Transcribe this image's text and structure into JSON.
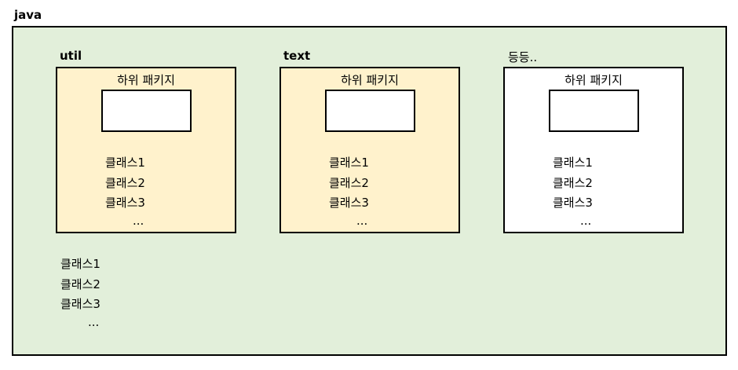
{
  "root_label": "java",
  "packages": [
    {
      "label": "util",
      "subpackage_title": "하위 패키지",
      "classes": [
        "클래스1",
        "클래스2",
        "클래스3"
      ],
      "ellipsis": "...",
      "fill": "#fff2cc"
    },
    {
      "label": "text",
      "subpackage_title": "하위 패키지",
      "classes": [
        "클래스1",
        "클래스2",
        "클래스3"
      ],
      "ellipsis": "...",
      "fill": "#fff2cc"
    },
    {
      "label": "등등..",
      "subpackage_title": "하위 패키지",
      "classes": [
        "클래스1",
        "클래스2",
        "클래스3"
      ],
      "ellipsis": "...",
      "fill": "#ffffff"
    }
  ],
  "root_classes": [
    "클래스1",
    "클래스2",
    "클래스3"
  ],
  "root_ellipsis": "...",
  "colors": {
    "java_fill": "#e2efda",
    "package_fill": "#fff2cc",
    "border": "#000000"
  }
}
